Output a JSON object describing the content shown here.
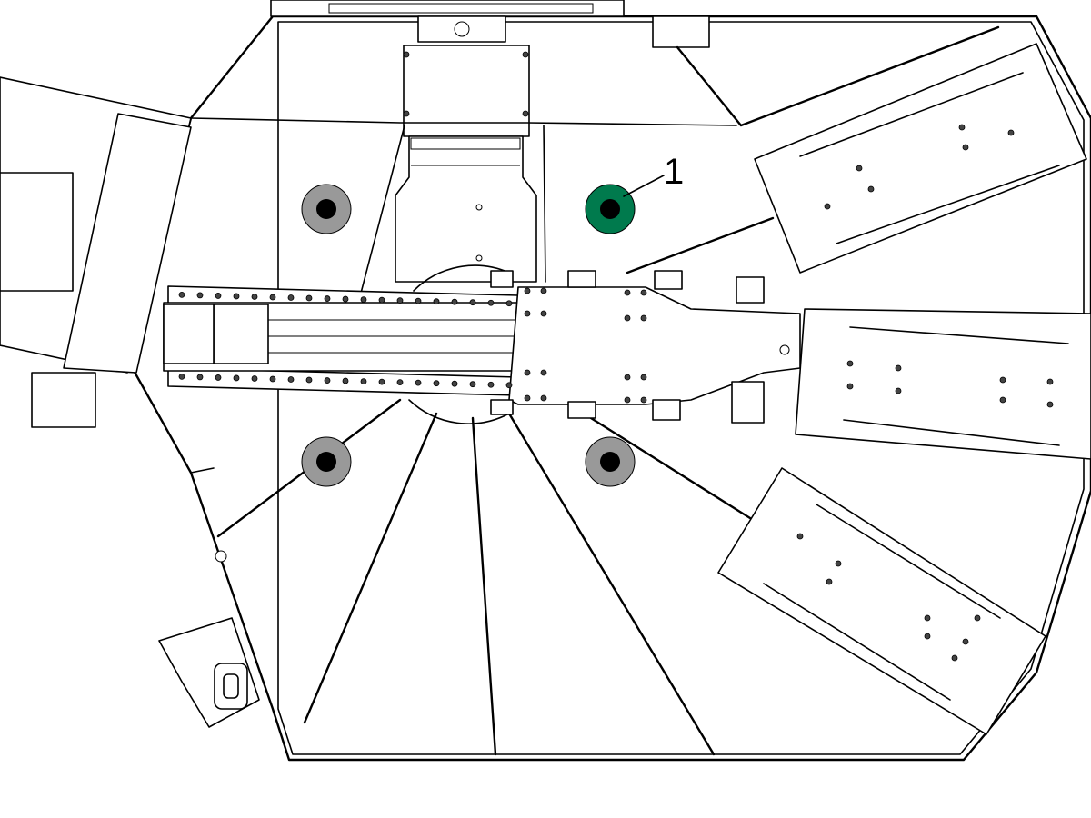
{
  "callout": {
    "number": "1"
  },
  "colors": {
    "highlight": "#007a4d",
    "normal": "#999999",
    "center": "#000000"
  },
  "discs": [
    {
      "label": "top-left",
      "highlighted": false
    },
    {
      "label": "top-right",
      "highlighted": true
    },
    {
      "label": "bottom-left",
      "highlighted": false
    },
    {
      "label": "bottom-right",
      "highlighted": false
    }
  ]
}
